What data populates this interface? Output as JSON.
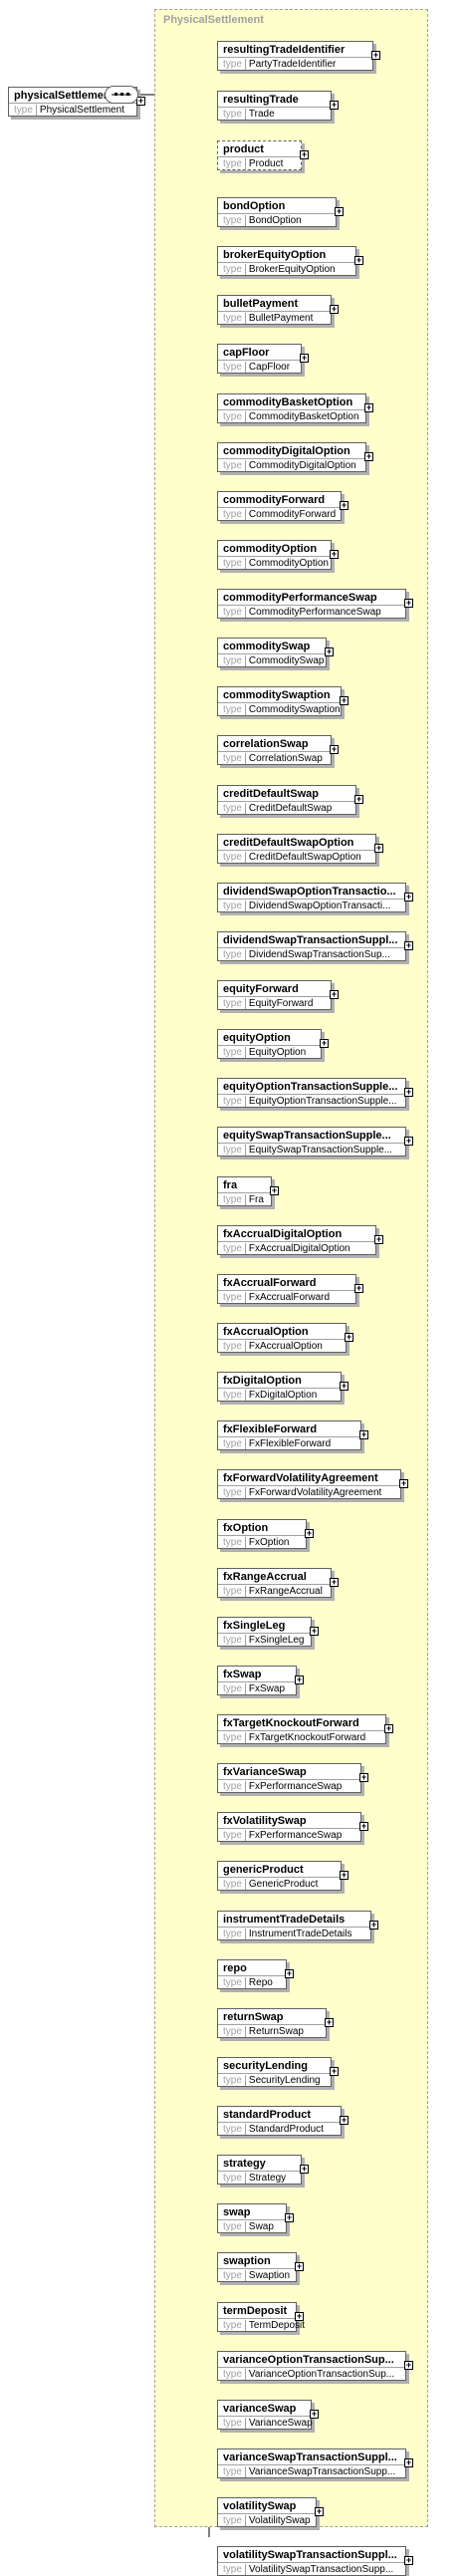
{
  "root": {
    "name": "physicalSettlement",
    "type_keyword": "type",
    "type": "PhysicalSettlement"
  },
  "group": {
    "title": "PhysicalSettlement"
  },
  "compositor": {
    "icon": "sequence-icon"
  },
  "choice": {
    "icon": "choice-icon"
  },
  "expand_symbol": "+",
  "sequence_elements": [
    {
      "name": "resultingTradeIdentifier",
      "type": "PartyTradeIdentifier"
    },
    {
      "name": "resultingTrade",
      "type": "Trade"
    },
    {
      "name": "product",
      "type": "Product"
    }
  ],
  "products": [
    {
      "name": "bondOption",
      "type": "BondOption"
    },
    {
      "name": "brokerEquityOption",
      "type": "BrokerEquityOption"
    },
    {
      "name": "bulletPayment",
      "type": "BulletPayment"
    },
    {
      "name": "capFloor",
      "type": "CapFloor"
    },
    {
      "name": "commodityBasketOption",
      "type": "CommodityBasketOption"
    },
    {
      "name": "commodityDigitalOption",
      "type": "CommodityDigitalOption"
    },
    {
      "name": "commodityForward",
      "type": "CommodityForward"
    },
    {
      "name": "commodityOption",
      "type": "CommodityOption"
    },
    {
      "name": "commodityPerformanceSwap",
      "type": "CommodityPerformanceSwap"
    },
    {
      "name": "commoditySwap",
      "type": "CommoditySwap"
    },
    {
      "name": "commoditySwaption",
      "type": "CommoditySwaption"
    },
    {
      "name": "correlationSwap",
      "type": "CorrelationSwap"
    },
    {
      "name": "creditDefaultSwap",
      "type": "CreditDefaultSwap"
    },
    {
      "name": "creditDefaultSwapOption",
      "type": "CreditDefaultSwapOption"
    },
    {
      "name": "dividendSwapOptionTransactio...",
      "type": "DividendSwapOptionTransacti..."
    },
    {
      "name": "dividendSwapTransactionSuppl...",
      "type": "DividendSwapTransactionSup..."
    },
    {
      "name": "equityForward",
      "type": "EquityForward"
    },
    {
      "name": "equityOption",
      "type": "EquityOption"
    },
    {
      "name": "equityOptionTransactionSupple...",
      "type": "EquityOptionTransactionSupple..."
    },
    {
      "name": "equitySwapTransactionSupple...",
      "type": "EquitySwapTransactionSupple..."
    },
    {
      "name": "fra",
      "type": "Fra"
    },
    {
      "name": "fxAccrualDigitalOption",
      "type": "FxAccrualDigitalOption"
    },
    {
      "name": "fxAccrualForward",
      "type": "FxAccrualForward"
    },
    {
      "name": "fxAccrualOption",
      "type": "FxAccrualOption"
    },
    {
      "name": "fxDigitalOption",
      "type": "FxDigitalOption"
    },
    {
      "name": "fxFlexibleForward",
      "type": "FxFlexibleForward"
    },
    {
      "name": "fxForwardVolatilityAgreement",
      "type": "FxForwardVolatilityAgreement"
    },
    {
      "name": "fxOption",
      "type": "FxOption"
    },
    {
      "name": "fxRangeAccrual",
      "type": "FxRangeAccrual"
    },
    {
      "name": "fxSingleLeg",
      "type": "FxSingleLeg"
    },
    {
      "name": "fxSwap",
      "type": "FxSwap"
    },
    {
      "name": "fxTargetKnockoutForward",
      "type": "FxTargetKnockoutForward"
    },
    {
      "name": "fxVarianceSwap",
      "type": "FxPerformanceSwap"
    },
    {
      "name": "fxVolatilitySwap",
      "type": "FxPerformanceSwap"
    },
    {
      "name": "genericProduct",
      "type": "GenericProduct"
    },
    {
      "name": "instrumentTradeDetails",
      "type": "InstrumentTradeDetails"
    },
    {
      "name": "repo",
      "type": "Repo"
    },
    {
      "name": "returnSwap",
      "type": "ReturnSwap"
    },
    {
      "name": "securityLending",
      "type": "SecurityLending"
    },
    {
      "name": "standardProduct",
      "type": "StandardProduct"
    },
    {
      "name": "strategy",
      "type": "Strategy"
    },
    {
      "name": "swap",
      "type": "Swap"
    },
    {
      "name": "swaption",
      "type": "Swaption"
    },
    {
      "name": "termDeposit",
      "type": "TermDeposit"
    },
    {
      "name": "varianceOptionTransactionSup...",
      "type": "VarianceOptionTransactionSup..."
    },
    {
      "name": "varianceSwap",
      "type": "VarianceSwap"
    },
    {
      "name": "varianceSwapTransactionSuppl...",
      "type": "VarianceSwapTransactionSupp..."
    },
    {
      "name": "volatilitySwap",
      "type": "VolatilitySwap"
    },
    {
      "name": "volatilitySwapTransactionSuppl...",
      "type": "VolatilitySwapTransactionSupp..."
    }
  ]
}
